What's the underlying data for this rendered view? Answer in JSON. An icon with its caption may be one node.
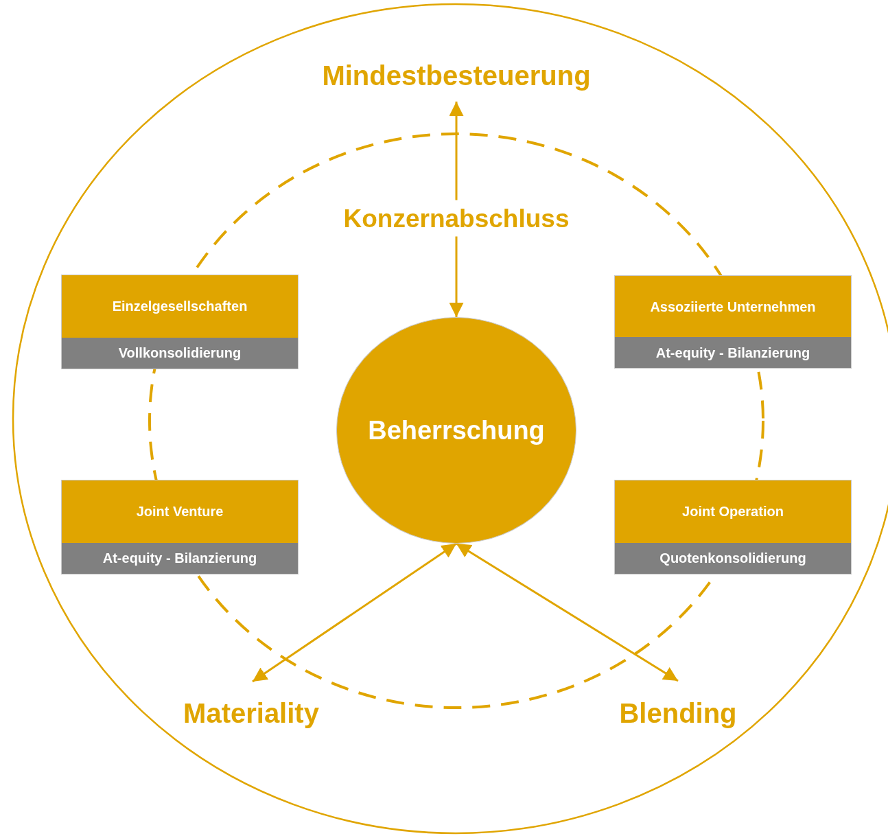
{
  "diagram": {
    "nodes": [
      {
        "text": [
          "Mindestbesteuerung"
        ]
      },
      {
        "text": [
          "Einzelgesellschaften",
          "Vollkonsolidierung"
        ]
      },
      {
        "text": [
          "Assoziierte Unternehmen",
          "At-equity - Bilanzierung"
        ]
      },
      {
        "text": [
          "Beherrschung"
        ]
      },
      {
        "text": [
          "Joint Venture",
          "At-equity - Bilanzierung"
        ]
      },
      {
        "text": [
          "Joint Operation",
          "Quotenkonsolidierung"
        ]
      },
      {
        "text": [
          "Materiality"
        ]
      },
      {
        "text": [
          "Blending"
        ]
      }
    ],
    "edges": [
      {
        "from": 3,
        "to": 0,
        "arrow": "both",
        "label": "Konzernabschluss"
      },
      {
        "from": 3,
        "to": 6,
        "arrow": "both"
      },
      {
        "from": 3,
        "to": 7,
        "arrow": "both"
      }
    ]
  }
}
